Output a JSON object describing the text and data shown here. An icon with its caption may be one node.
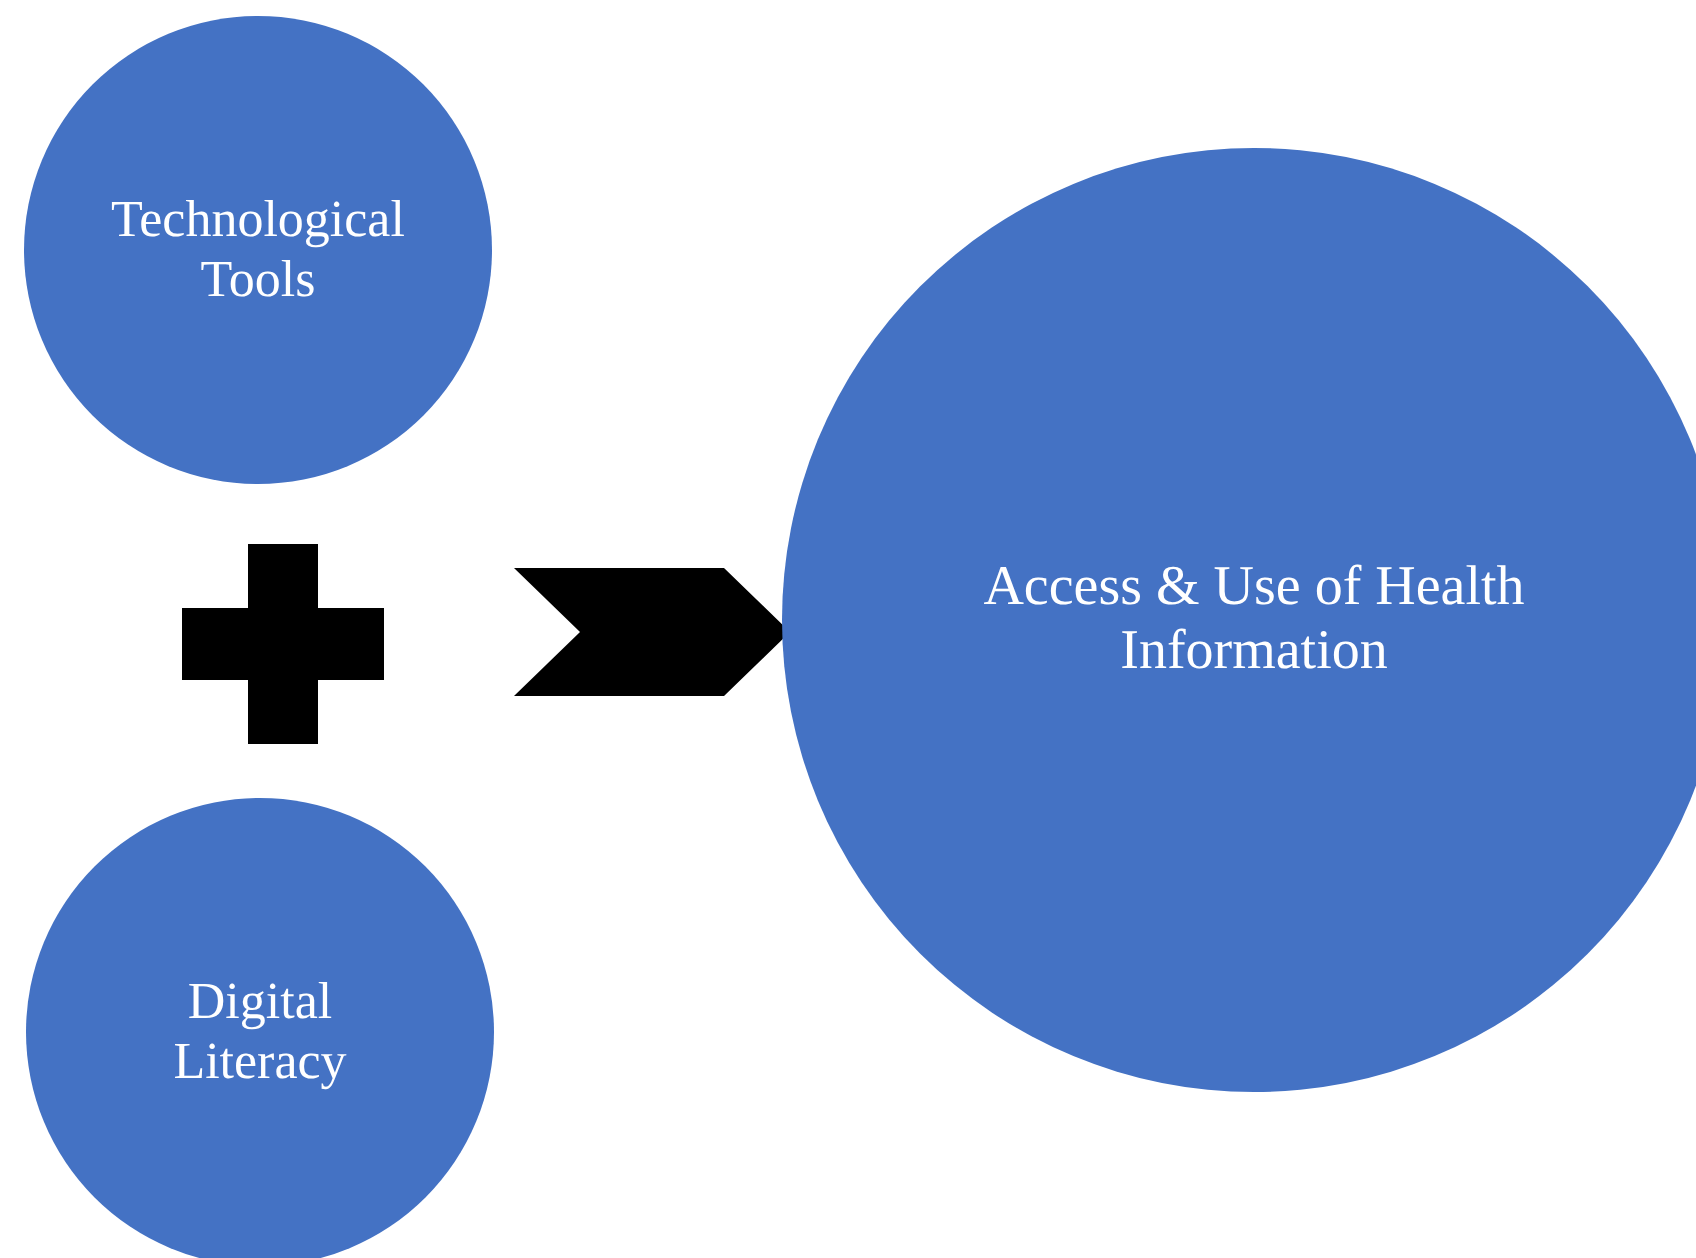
{
  "diagram": {
    "nodes": [
      {
        "text": [
          "Technological Tools"
        ]
      },
      {
        "text": [],
        "shape": "plus"
      },
      {
        "text": [
          "Digital Literacy"
        ]
      },
      {
        "text": [
          "Access & Use of Health Information"
        ]
      }
    ],
    "edges": [
      {
        "from": 1,
        "to": 3,
        "arrow": "to"
      }
    ]
  }
}
